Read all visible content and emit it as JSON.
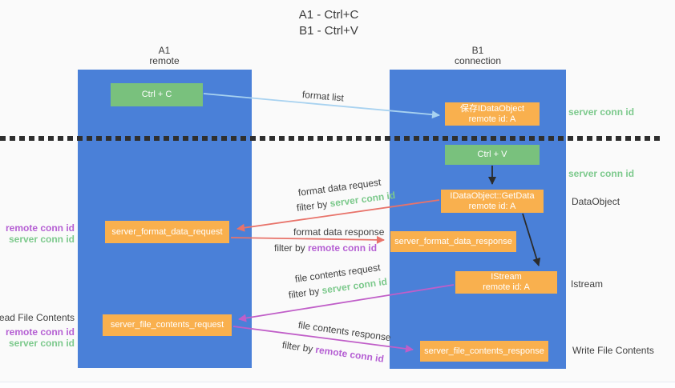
{
  "title": {
    "line1": "A1 - Ctrl+C",
    "line2": "B1 - Ctrl+V"
  },
  "lanes": {
    "left": {
      "id": "A1",
      "role": "remote"
    },
    "right": {
      "id": "B1",
      "role": "connection"
    }
  },
  "boxes": {
    "ctrl_c": {
      "label": "Ctrl + C"
    },
    "save_idataobject": {
      "line1": "保存IDataObject",
      "line2": "remote id: A"
    },
    "ctrl_v": {
      "label": "Ctrl + V"
    },
    "getdata": {
      "line1": "IDataObject::GetData",
      "line2": "remote id: A"
    },
    "format_request": {
      "label": "server_format_data_request"
    },
    "format_response": {
      "label": "server_format_data_response"
    },
    "istream": {
      "line1": "IStream",
      "line2": "remote id: A"
    },
    "file_request": {
      "label": "server_file_contents_request"
    },
    "file_response": {
      "label": "server_file_contents_response"
    }
  },
  "flow": {
    "format_list": "format list",
    "format_data_request": "format data request",
    "format_data_request_filter": {
      "prefix": "filter by ",
      "key": "server conn id"
    },
    "format_data_response": "format data response",
    "format_data_response_filter": {
      "prefix": "filter by ",
      "key": "remote conn id"
    },
    "file_contents_request": "file contents request",
    "file_contents_request_filter": {
      "prefix": "filter by ",
      "key": "server conn id"
    },
    "file_contents_response": "file contents response",
    "file_contents_response_filter": {
      "prefix": "filter by ",
      "key": "remote conn id"
    }
  },
  "side": {
    "server_conn_id_top": "server conn id",
    "server_conn_id_mid": "server conn id",
    "dataobject": "DataObject",
    "istream": "Istream",
    "write_file_contents": "Write File Contents",
    "remote_conn_id_top": "remote conn id",
    "server_conn_id_left_top": "server conn id",
    "read_file_contents": "Read File Contents",
    "remote_conn_id_bottom": "remote conn id",
    "server_conn_id_left_bottom": "server conn id"
  },
  "colors": {
    "background": "#fafafa",
    "lane_blue": "#4a80d8",
    "box_green": "#79c17d",
    "box_orange": "#f9b04e",
    "arrow_light_blue": "#a8d2f0",
    "arrow_red": "#e8736a",
    "arrow_magenta": "#c05ec8",
    "arrow_black": "#2b2b2b",
    "label_green": "#7cc98c",
    "label_purple": "#b55fd3",
    "text_dark": "#3f3f3f"
  }
}
